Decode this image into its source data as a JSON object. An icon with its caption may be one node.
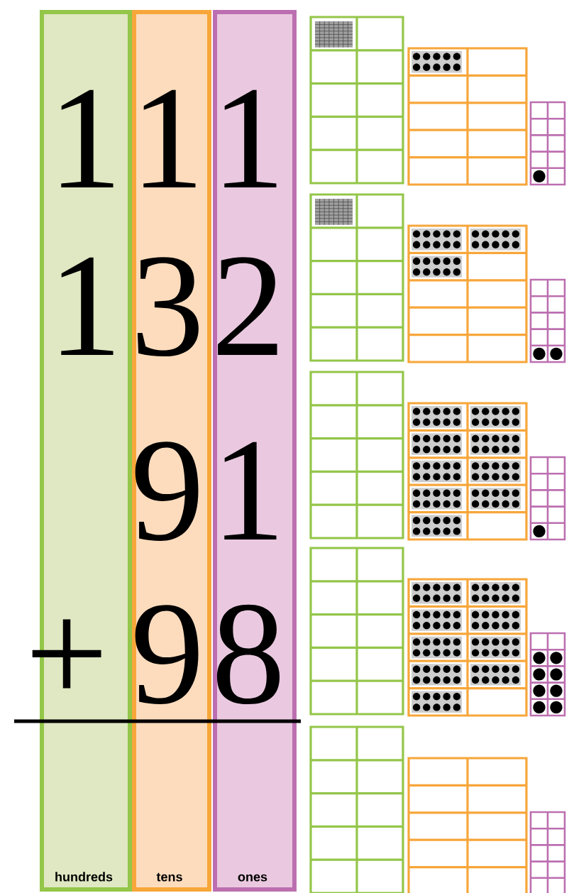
{
  "diagram": {
    "nodes": [
      {
        "text": [
          "hundreds"
        ]
      },
      {
        "text": [
          "tens"
        ]
      },
      {
        "text": [
          "ones"
        ]
      }
    ],
    "edges": [],
    "labels": [
      "1",
      "1",
      "1",
      "1",
      "3",
      "2",
      "9",
      "1",
      "+",
      "9",
      "8"
    ]
  }
}
